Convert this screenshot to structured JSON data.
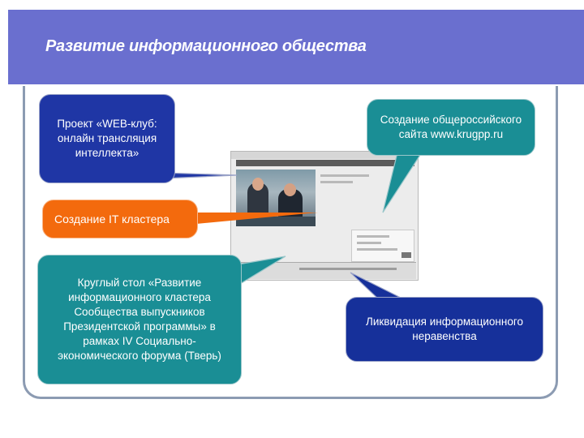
{
  "header": {
    "title": "Развитие информационного общества"
  },
  "bubbles": {
    "web_club": "Проект «WEB-клуб: онлайн трансляция интеллекта»",
    "site": "Создание общероссийского сайта www.krugpp.ru",
    "it_cluster": "Создание IT кластера",
    "round_table": "Круглый стол «Развитие информационного кластера Сообщества выпускников Президентской программы» в рамках IV Социально-экономического форума (Тверь)",
    "liquidation": "Ликвидация информационного неравенства"
  },
  "colors": {
    "header": "#6a6fcf",
    "navy": "#1f36a5",
    "teal": "#1a8e95",
    "orange": "#f36a0d",
    "frame": "#8c9bb2"
  }
}
